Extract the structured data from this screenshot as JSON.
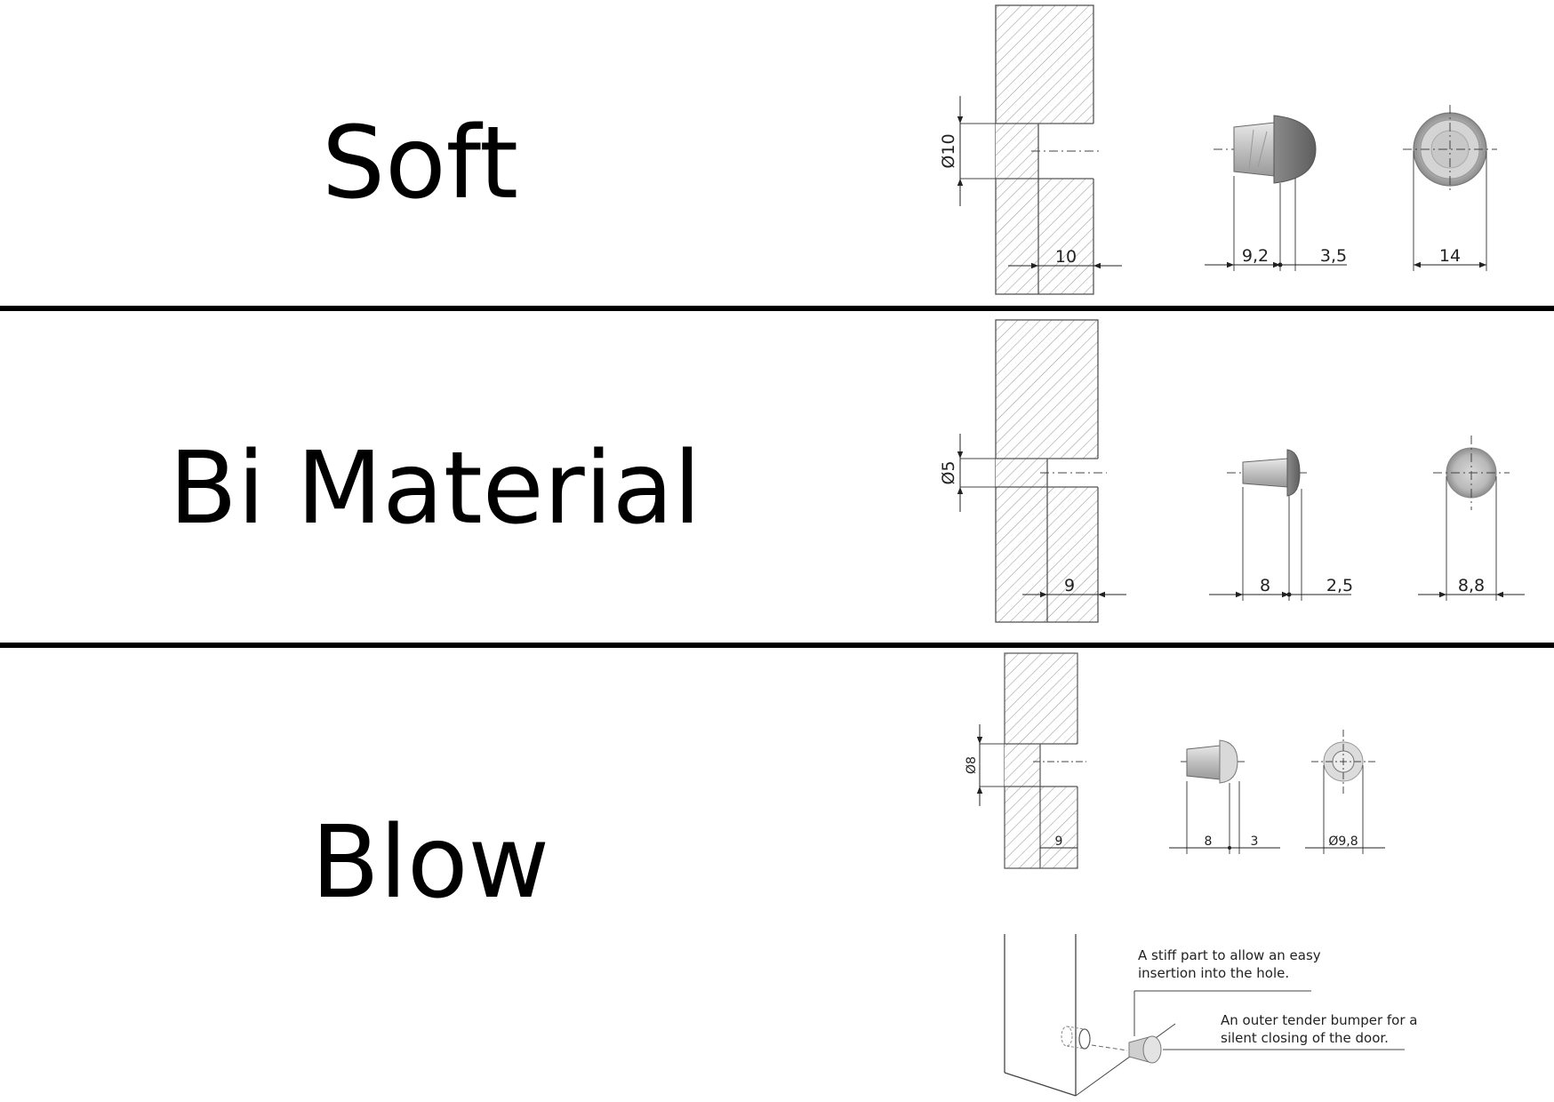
{
  "sections": [
    {
      "title": "Soft",
      "hole_diameter": "Ø10",
      "hole_depth": "10",
      "bumper_length": "9,2",
      "bumper_head": "3,5",
      "bumper_diameter": "14"
    },
    {
      "title": "Bi Material",
      "hole_diameter": "Ø5",
      "hole_depth": "9",
      "bumper_length": "8",
      "bumper_head": "2,5",
      "bumper_diameter": "8,8"
    },
    {
      "title": "Blow",
      "hole_diameter": "Ø8",
      "hole_depth": "9",
      "bumper_length": "8",
      "bumper_head": "3",
      "bumper_diameter": "Ø9,8"
    }
  ],
  "callouts": {
    "stiff_part_line1": "A stiff part to allow an easy",
    "stiff_part_line2": "insertion into the hole.",
    "bumper_line1": "An outer tender bumper for a",
    "bumper_line2": "silent closing of the door."
  }
}
